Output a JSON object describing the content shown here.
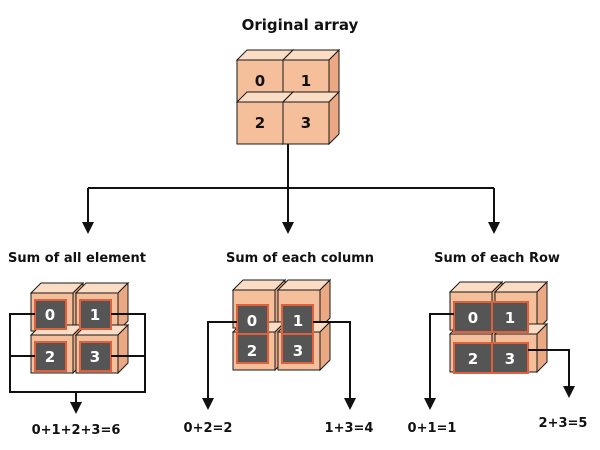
{
  "title": "Original array",
  "original": {
    "cells": [
      "0",
      "1",
      "2",
      "3"
    ]
  },
  "panels": [
    {
      "heading": "Sum of all element",
      "cells": [
        "0",
        "1",
        "2",
        "3"
      ],
      "results": [
        "0+1+2+3=6"
      ]
    },
    {
      "heading": "Sum of each column",
      "cells": [
        "0",
        "1",
        "2",
        "3"
      ],
      "results": [
        "0+2=2",
        "1+3=4"
      ]
    },
    {
      "heading": "Sum of each Row",
      "cells": [
        "0",
        "1",
        "2",
        "3"
      ],
      "results": [
        "0+1=1",
        "2+3=5"
      ]
    }
  ],
  "colors": {
    "cube_front": "#f6bf9b",
    "cube_top": "#fbdcc4",
    "cube_side": "#eba983",
    "cell_inner": "#555555",
    "cell_border": "#e0603b",
    "line": "#111111"
  }
}
